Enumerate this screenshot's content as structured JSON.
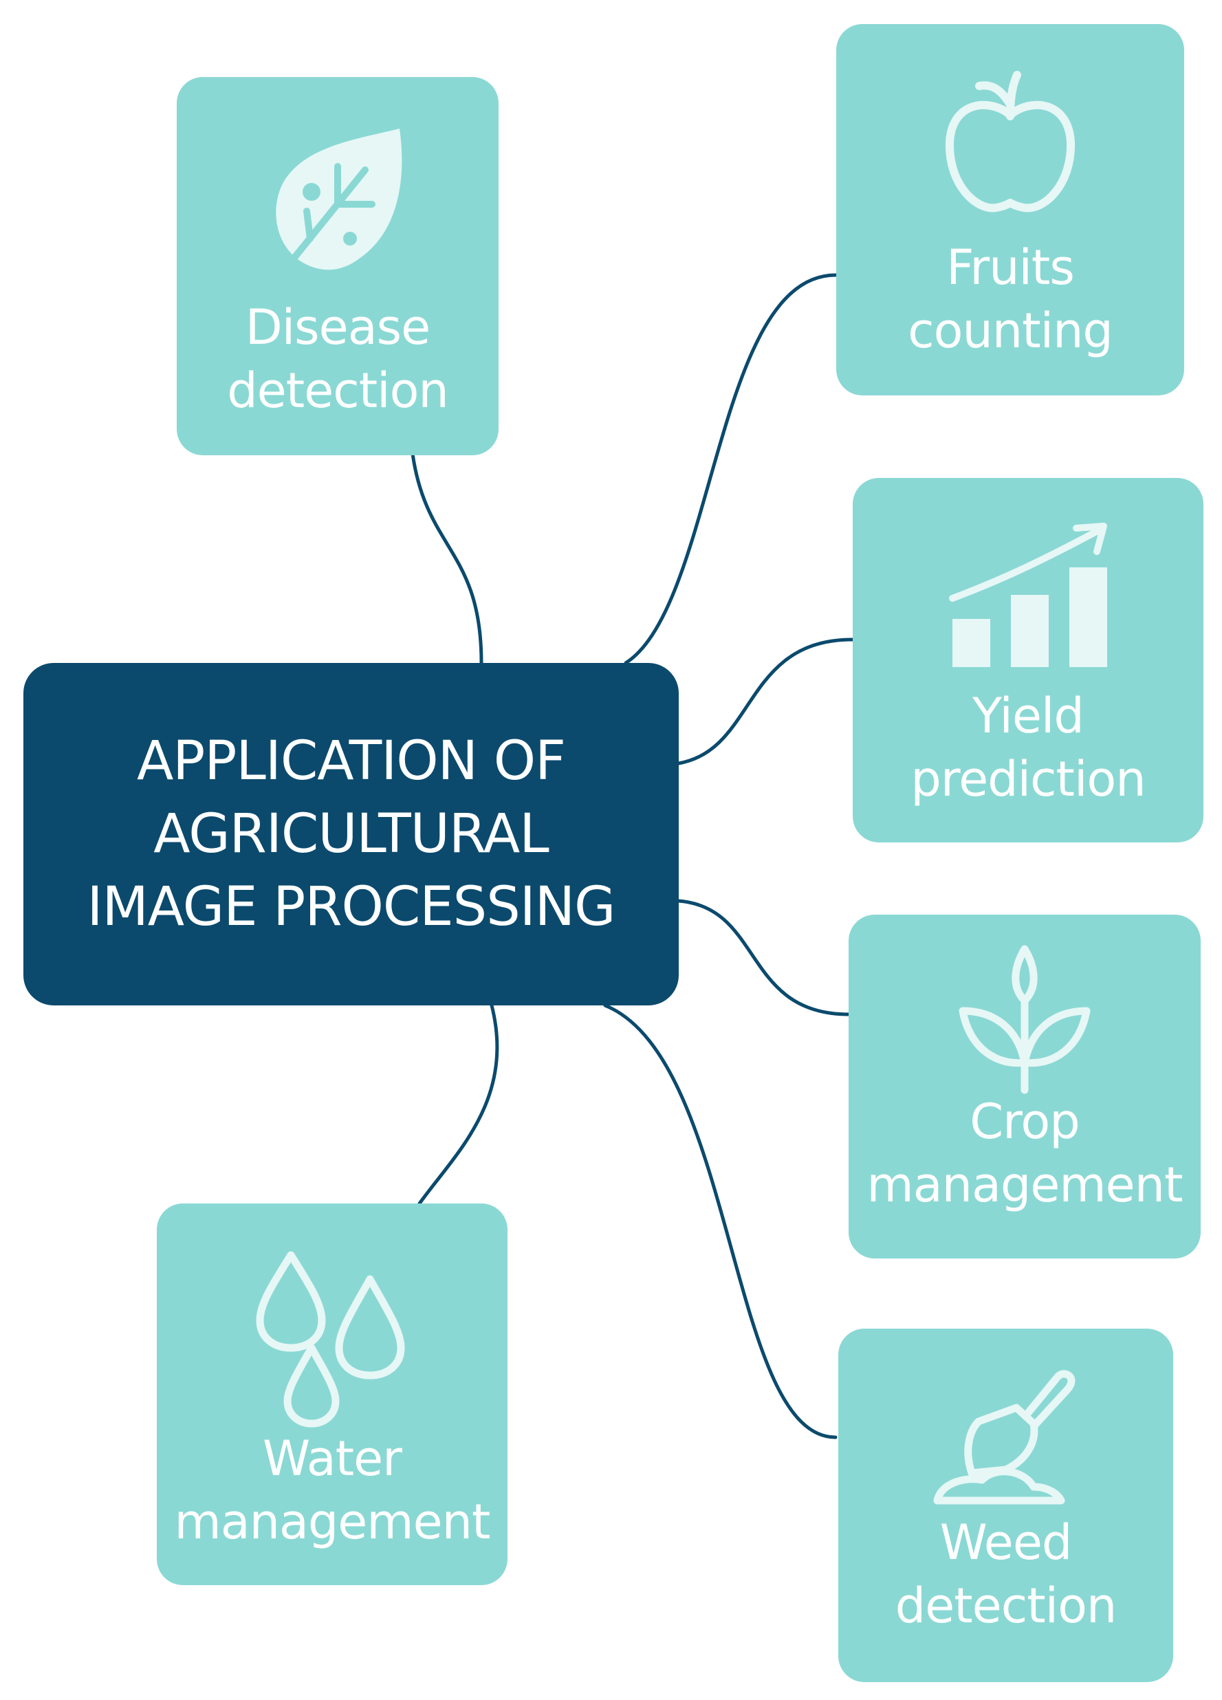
{
  "center": {
    "title": "APPLICATION OF\nAGRICULTURAL\nIMAGE PROCESSING"
  },
  "nodes": [
    {
      "id": "disease-detection",
      "label": "Disease\ndetection",
      "icon": "leaf-disease-icon"
    },
    {
      "id": "fruits-counting",
      "label": "Fruits\ncounting",
      "icon": "apple-icon"
    },
    {
      "id": "yield-prediction",
      "label": "Yield\nprediction",
      "icon": "bar-chart-growth-icon"
    },
    {
      "id": "crop-management",
      "label": "Crop\nmanagement",
      "icon": "sprout-icon"
    },
    {
      "id": "water-management",
      "label": "Water\nmanagement",
      "icon": "water-drops-icon"
    },
    {
      "id": "weed-detection",
      "label": "Weed\ndetection",
      "icon": "trowel-icon"
    }
  ],
  "colors": {
    "center_fill": "#0b4a6d",
    "node_fill": "#8ad8d4",
    "connector": "#0b4a6d",
    "text": "#ffffff",
    "icon_fill": "#e6f7f6"
  }
}
